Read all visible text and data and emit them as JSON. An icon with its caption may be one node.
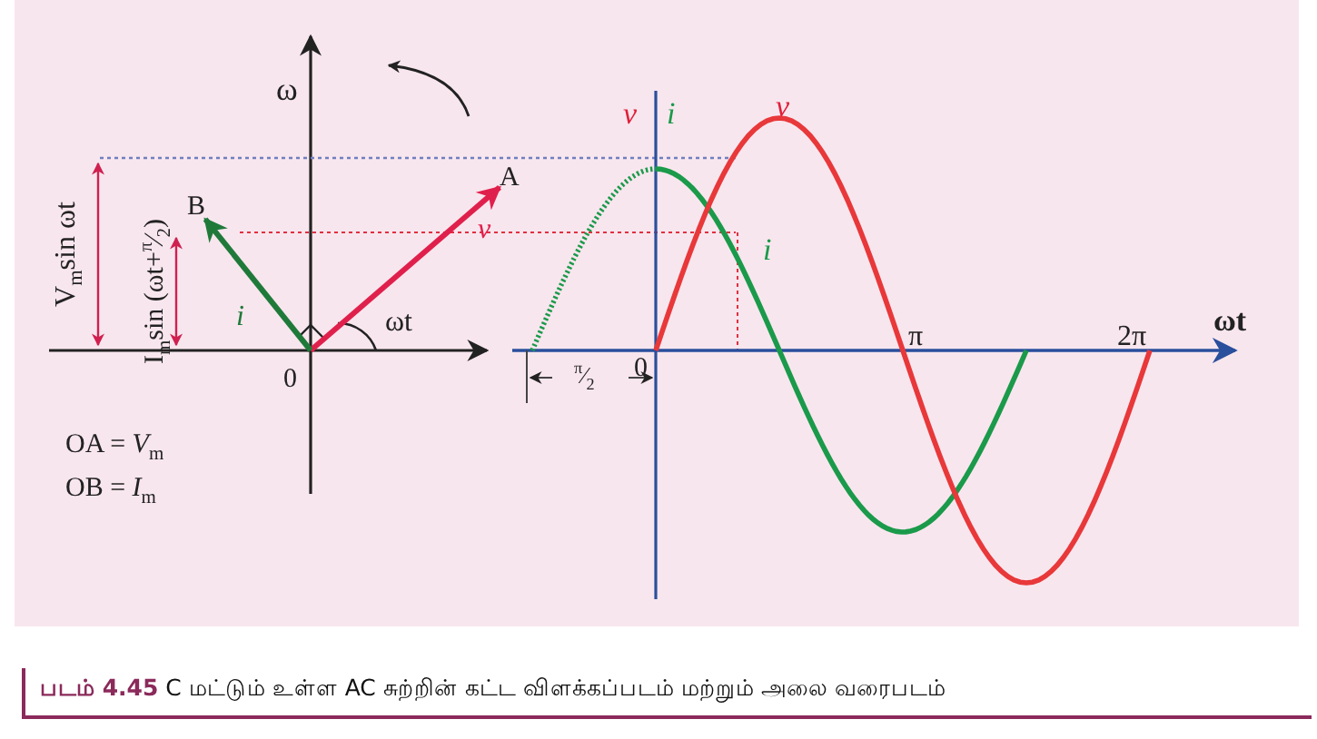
{
  "diagram": {
    "caption": "**படம் 4.45** C மட்டும் உள்ள AC சுற்றின் கட்ட விளக்கப்படம் மற்றும் அலை வரைபடம்",
    "nodes": [
      {
        "text": [
          "A"
        ]
      },
      {
        "text": [
          "B"
        ]
      }
    ],
    "edges": [
      {
        "from": null,
        "to": 0,
        "arrow": "to",
        "label": "v",
        "color": "#e0204c"
      },
      {
        "from": null,
        "to": 1,
        "arrow": "to",
        "label": "i",
        "color": "#1f7a3a"
      }
    ],
    "labels": [
      "ω",
      "V$_{m}$sin ωt",
      "I$_{m}$sin (ωt+$^{π}$⁄$_{2}$)",
      "ωt",
      "0",
      "OA = *V*$_{m}$",
      "OB = *I*$_{m}$",
      "v",
      "i",
      "v",
      "i",
      "ωt",
      "π",
      "2π",
      "0",
      "$^{π}$⁄$_{2}$"
    ]
  }
}
